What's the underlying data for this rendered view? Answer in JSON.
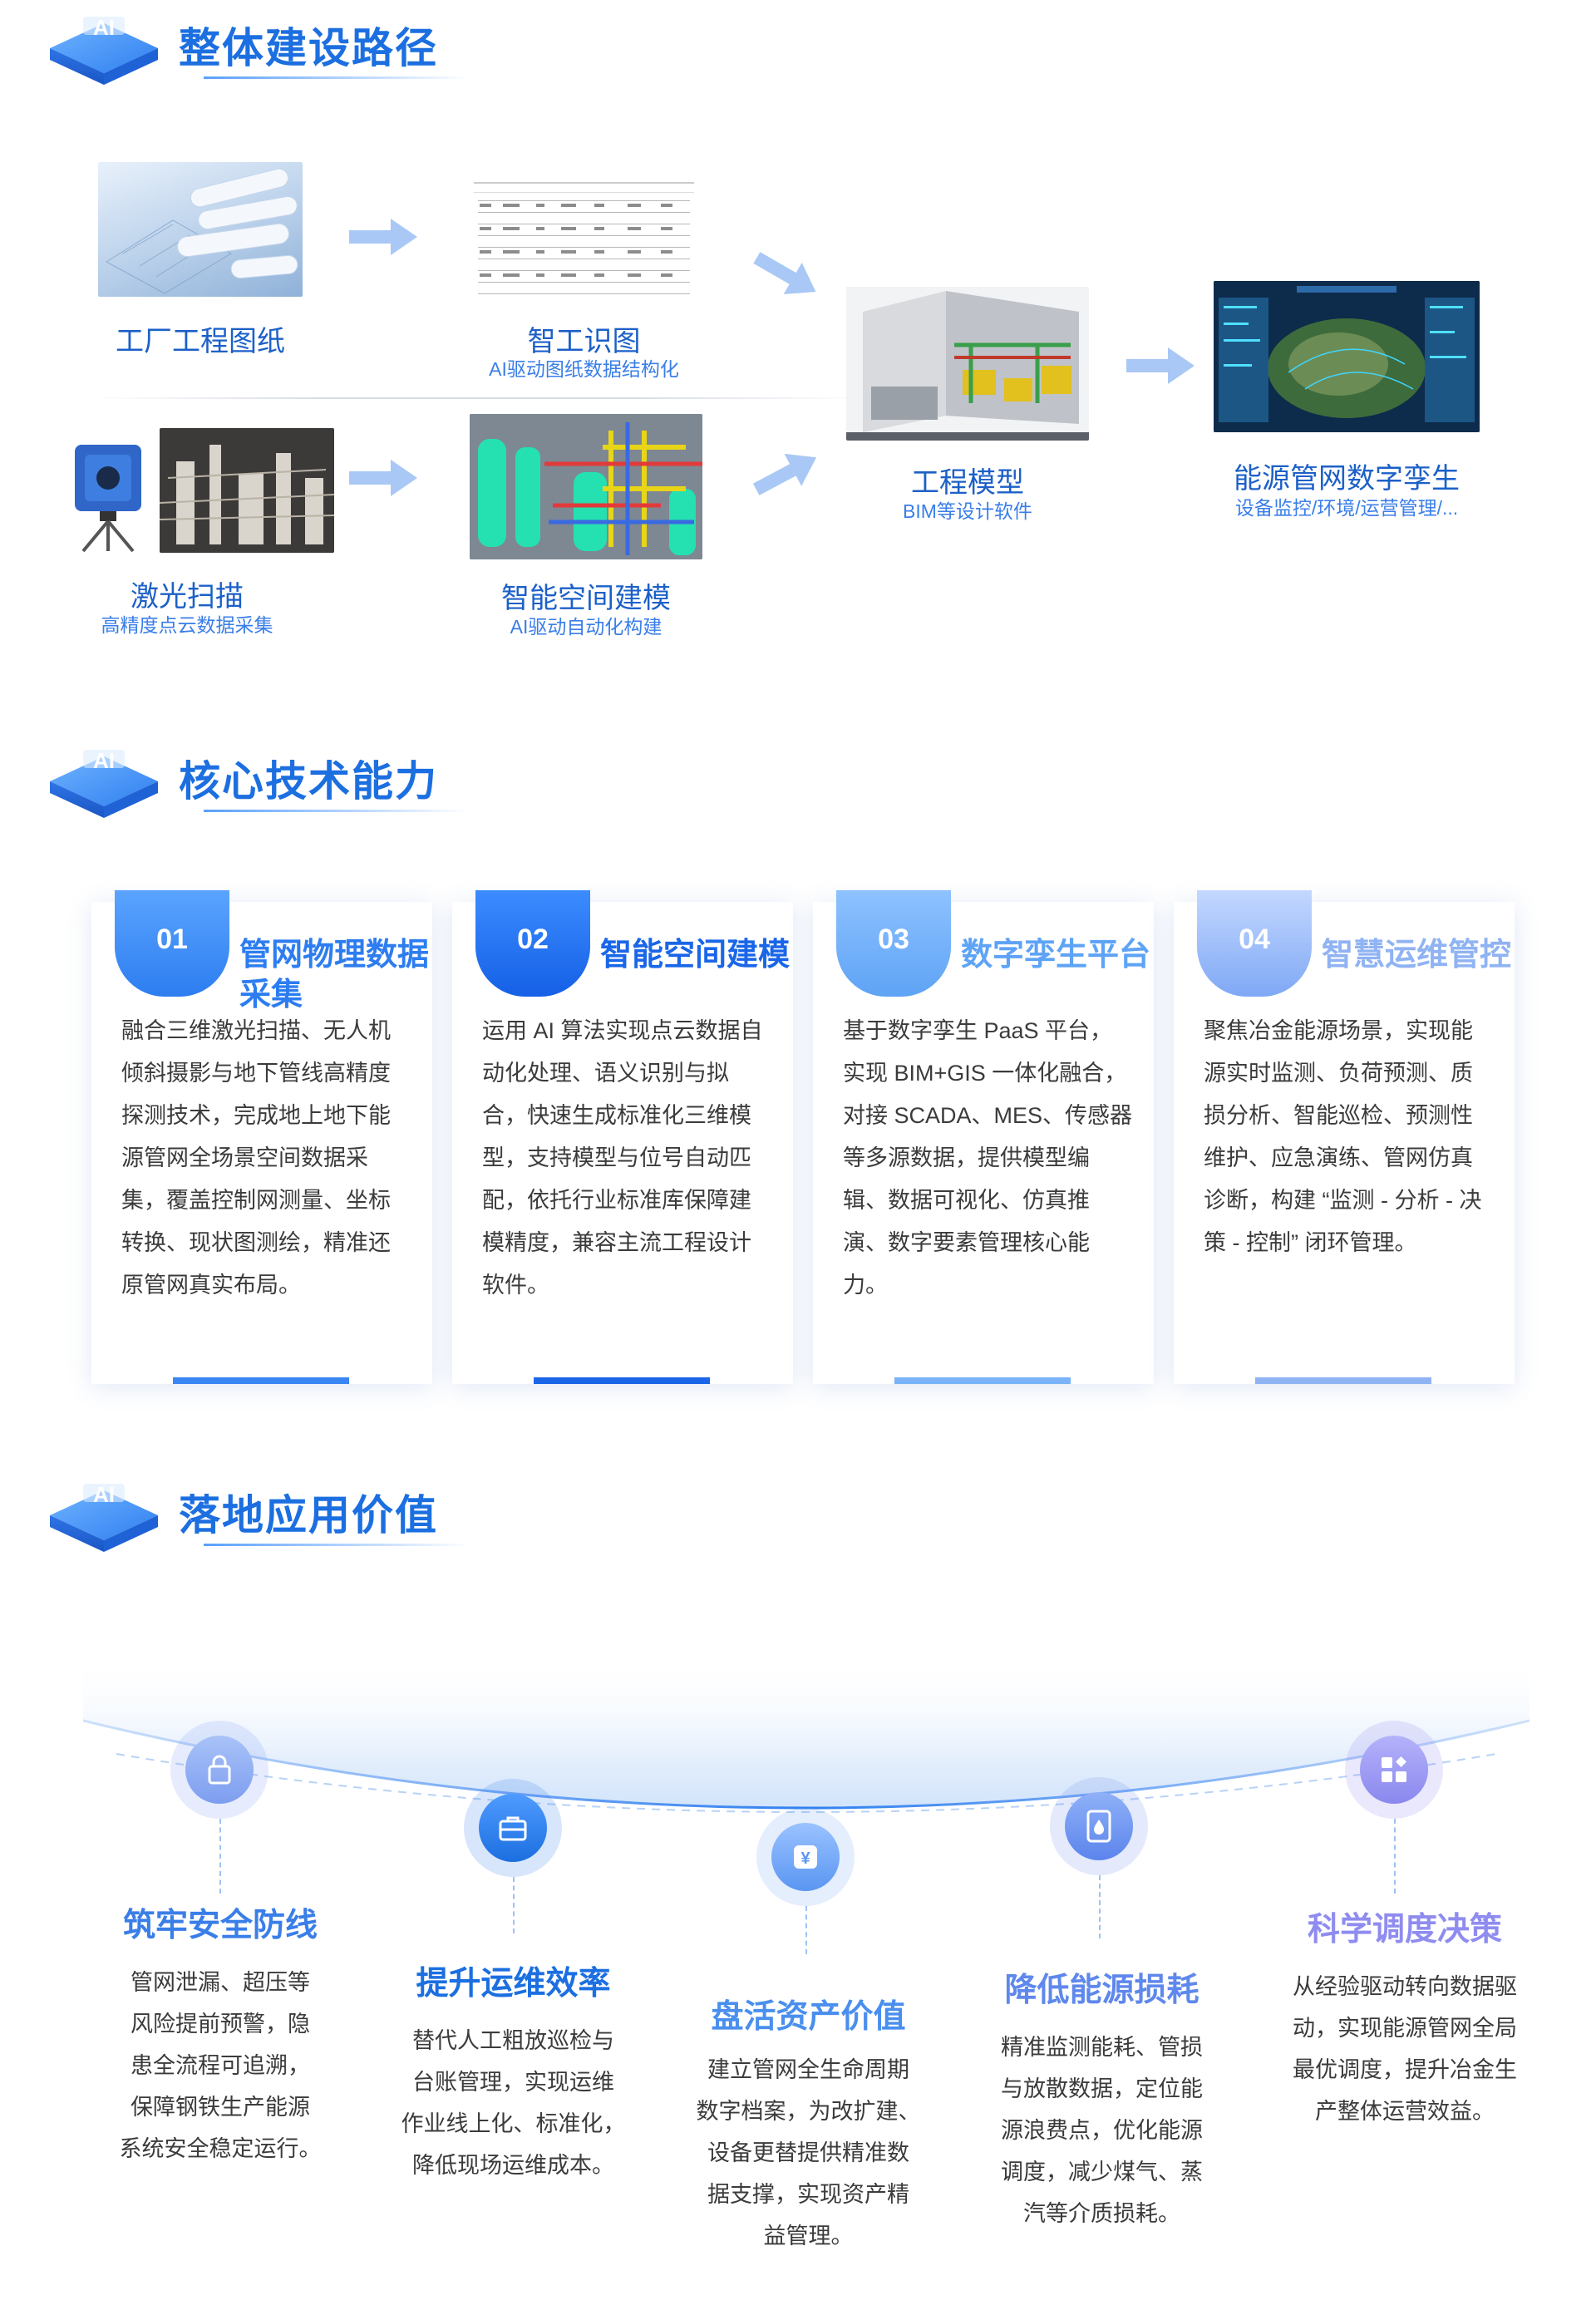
{
  "colors": {
    "primary": "#1c6fe0",
    "accent": "#3a7ee8",
    "text": "#3b3b3b"
  },
  "ai_badge_text": "AI",
  "sections": {
    "path_title": "整体建设路径",
    "core_title": "核心技术能力",
    "value_title": "落地应用价值"
  },
  "path": {
    "factory": {
      "label": "工厂工程图纸"
    },
    "recognition": {
      "label": "智工识图",
      "sub": "AI驱动图纸数据结构化"
    },
    "scan": {
      "label": "激光扫描",
      "sub": "高精度点云数据采集"
    },
    "spatial": {
      "label": "智能空间建模",
      "sub": "AI驱动自动化构建"
    },
    "model": {
      "label": "工程模型",
      "sub": "BIM等设计软件"
    },
    "twin": {
      "label": "能源管网数字孪生",
      "sub": "设备监控/环境/运营管理/..."
    }
  },
  "cards": [
    {
      "num": "01",
      "title": "管网物理数据采集",
      "body": "融合三维激光扫描、无人机倾斜摄影与地下管线高精度探测技术，完成地上地下能源管网全场景空间数据采集，覆盖控制网测量、坐标转换、现状图测绘，精准还原管网真实布局。"
    },
    {
      "num": "02",
      "title": "智能空间建模",
      "body": "运用 AI 算法实现点云数据自动化处理、语义识别与拟合，快速生成标准化三维模型，支持模型与位号自动匹配，依托行业标准库保障建模精度，兼容主流工程设计软件。"
    },
    {
      "num": "03",
      "title": "数字孪生平台",
      "body": "基于数字孪生 PaaS 平台，实现 BIM+GIS 一体化融合，对接 SCADA、MES、传感器等多源数据，提供模型编辑、数据可视化、仿真推演、数字要素管理核心能力。"
    },
    {
      "num": "04",
      "title": "智慧运维管控",
      "body": "聚焦冶金能源场景，实现能源实时监测、负荷预测、质损分析、智能巡检、预测性维护、应急演练、管网仿真诊断，构建 “监测 - 分析 - 决策 - 控制” 闭环管理。"
    }
  ],
  "values": [
    {
      "title": "筑牢安全防线",
      "lines": [
        "管网泄漏、超压等",
        "风险提前预警，隐",
        "患全流程可追溯，",
        "保障钢铁生产能源",
        "系统安全稳定运行。"
      ],
      "icon": "lock-icon"
    },
    {
      "title": "提升运维效率",
      "lines": [
        "替代人工粗放巡检与",
        "台账管理，实现运维",
        "作业线上化、标准化，",
        "降低现场运维成本。"
      ],
      "icon": "briefcase-icon"
    },
    {
      "title": "盘活资产价值",
      "lines": [
        "建立管网全生命周期",
        "数字档案，为改扩建、",
        "设备更替提供精准数",
        "据支撑，实现资产精",
        "益管理。"
      ],
      "icon": "yen-icon"
    },
    {
      "title": "降低能源损耗",
      "lines": [
        "精准监测能耗、管损",
        "与放散数据，定位能",
        "源浪费点，优化能源",
        "调度，减少煤气、蒸",
        "汽等介质损耗。"
      ],
      "icon": "droplet-icon"
    },
    {
      "title": "科学调度决策",
      "lines": [
        "从经验驱动转向数据驱",
        "动，实现能源管网全局",
        "最优调度，提升冶金生",
        "产整体运营效益。"
      ],
      "icon": "apps-icon"
    }
  ]
}
